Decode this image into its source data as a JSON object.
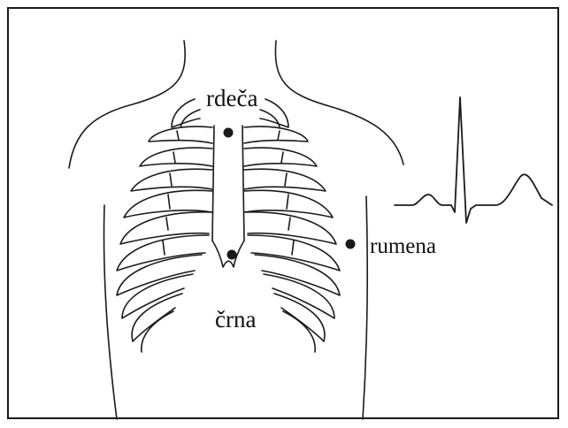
{
  "labels": {
    "red": "rdeča",
    "yellow": "rumena",
    "black": "črna"
  },
  "colors": {
    "line": "#1a1a1a",
    "background": "#ffffff"
  },
  "electrodes": [
    "red-electrode",
    "yellow-electrode",
    "black-electrode"
  ]
}
